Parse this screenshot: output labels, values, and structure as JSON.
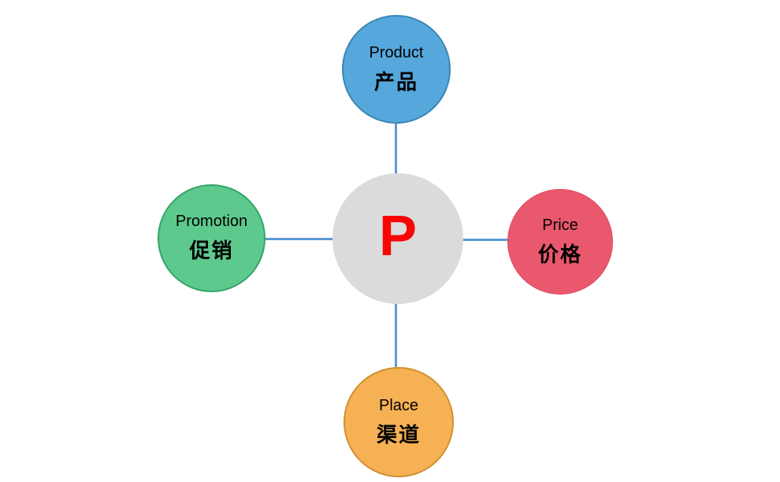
{
  "canvas_background": "#FFFFFF",
  "center_node": {
    "label": "P",
    "text_color": "#FA0505",
    "fill": "#DBDBDB"
  },
  "nodes": [
    {
      "position": "top",
      "label_en": "Product",
      "label_zh": "产品",
      "fill": "#56A8DC",
      "border": "#3A86B4"
    },
    {
      "position": "left",
      "label_en": "Promotion",
      "label_zh": "促销",
      "fill": "#5DC98D",
      "border": "#35A46B"
    },
    {
      "position": "right",
      "label_en": "Price",
      "label_zh": "价格",
      "fill": "#E9586C",
      "border": "#DC4A60"
    },
    {
      "position": "bottom",
      "label_en": "Place",
      "label_zh": "渠道",
      "fill": "#F6B154",
      "border": "#D1902F"
    }
  ],
  "connector_color": "#5B9BD5",
  "text_color": "#000000"
}
